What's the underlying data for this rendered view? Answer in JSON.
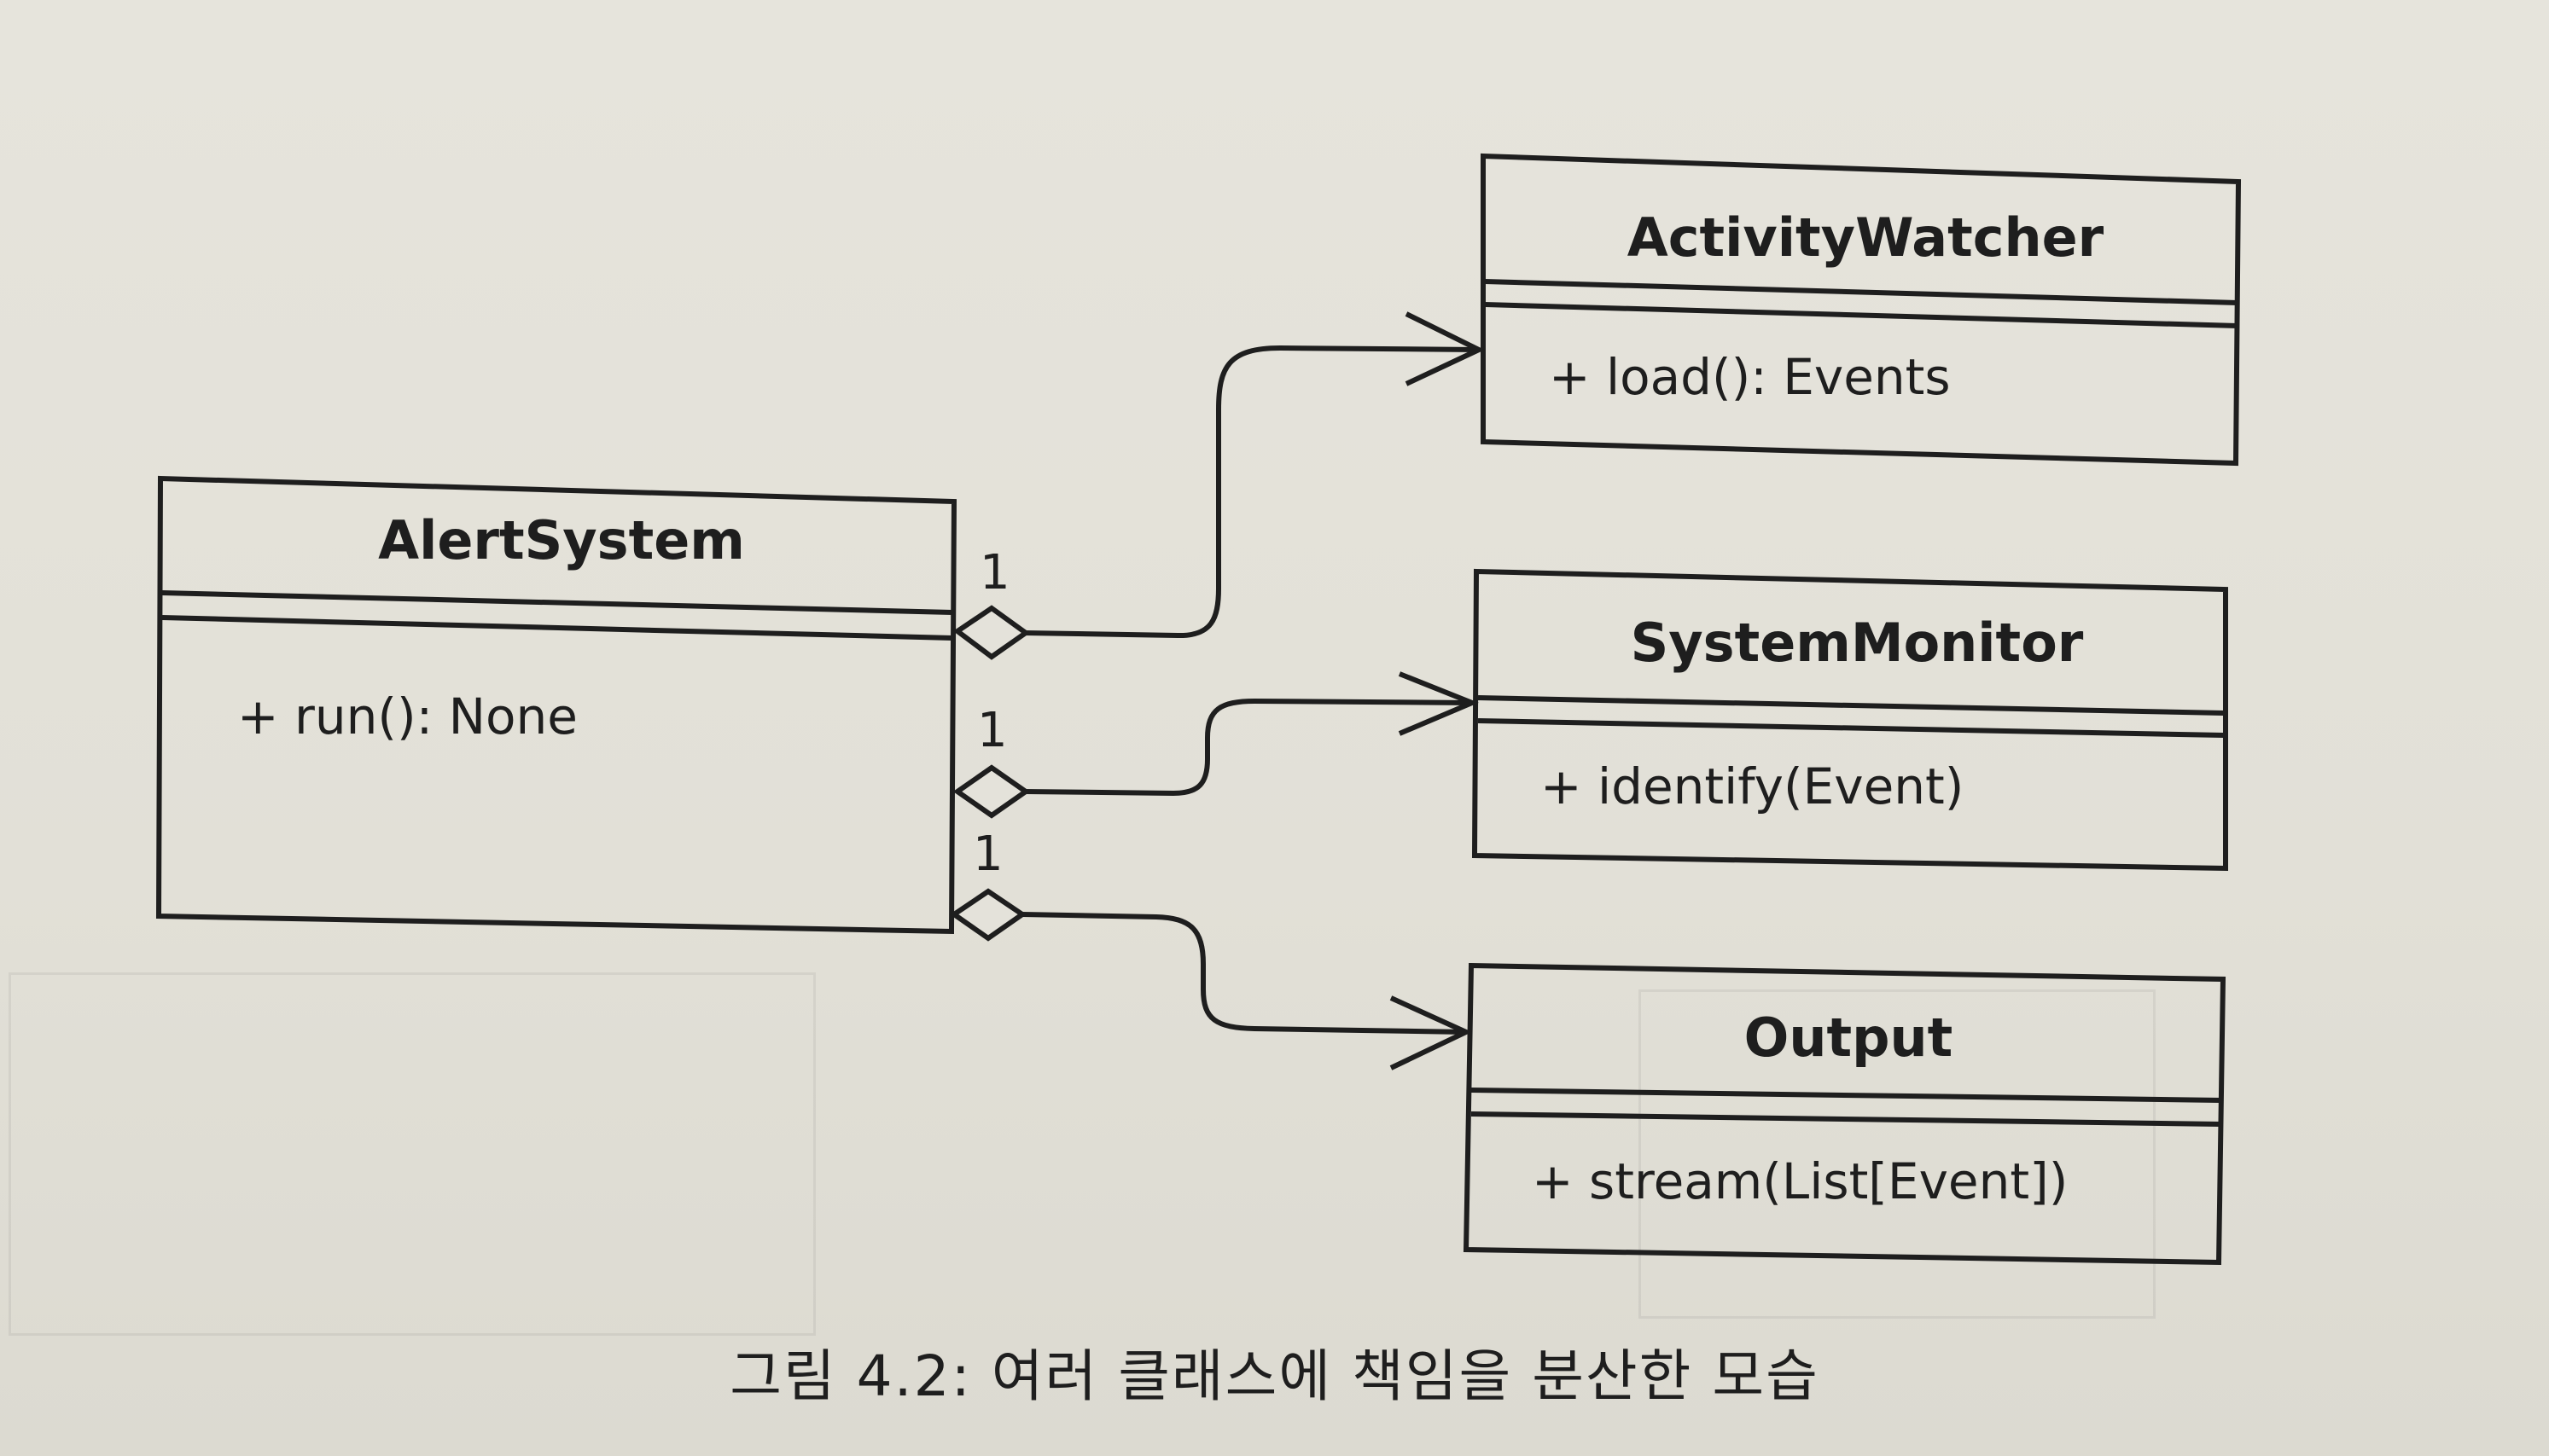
{
  "classes": {
    "alert_system": {
      "name": "AlertSystem",
      "methods": [
        "+ run(): None"
      ]
    },
    "activity_watcher": {
      "name": "ActivityWatcher",
      "methods": [
        "+ load(): Events"
      ]
    },
    "system_monitor": {
      "name": "SystemMonitor",
      "methods": [
        "+ identify(Event)"
      ]
    },
    "output": {
      "name": "Output",
      "methods": [
        "+ stream(List[Event])"
      ]
    }
  },
  "relations": [
    {
      "from": "AlertSystem",
      "to": "ActivityWatcher",
      "type": "aggregation",
      "multiplicity": "1"
    },
    {
      "from": "AlertSystem",
      "to": "SystemMonitor",
      "type": "aggregation",
      "multiplicity": "1"
    },
    {
      "from": "AlertSystem",
      "to": "Output",
      "type": "aggregation",
      "multiplicity": "1"
    }
  ],
  "caption": "그림 4.2: 여러 클래스에 책임을 분산한 모습"
}
